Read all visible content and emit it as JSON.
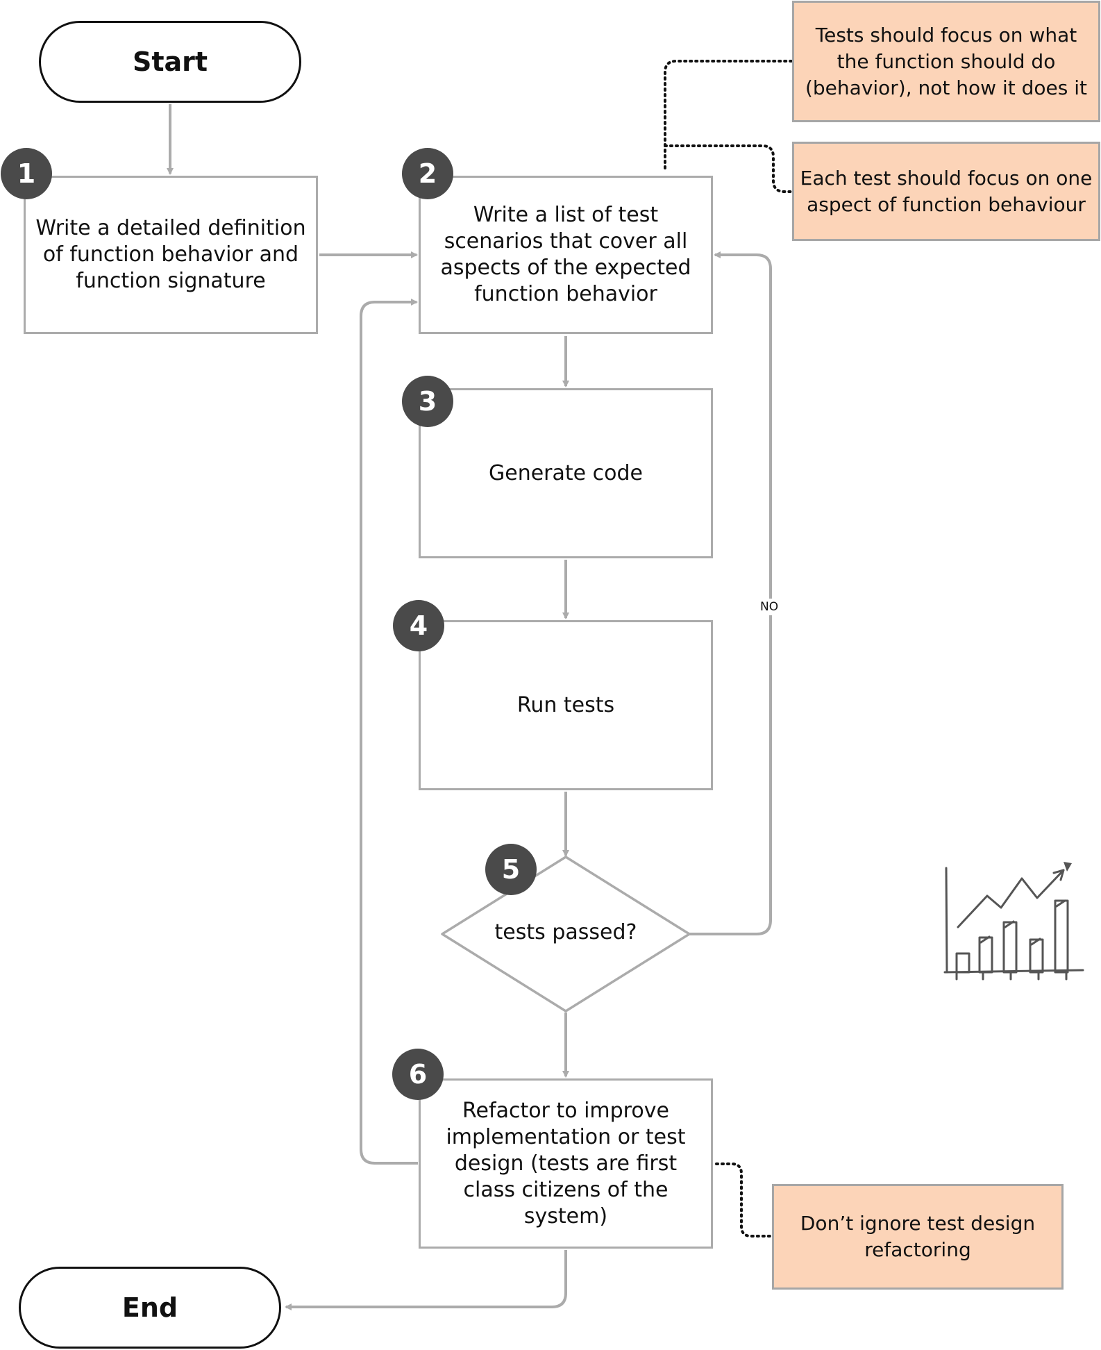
{
  "nodes": {
    "start": "Start",
    "end": "End",
    "step1": {
      "number": "1",
      "text": "Write a detailed definition of function behavior and function signature"
    },
    "step2": {
      "number": "2",
      "text": "Write a list of test scenarios that cover all aspects of the expected function behavior"
    },
    "step3": {
      "number": "3",
      "text": "Generate code"
    },
    "step4": {
      "number": "4",
      "text": "Run tests"
    },
    "step5": {
      "number": "5",
      "text": "tests passed?"
    },
    "step6": {
      "number": "6",
      "text": "Refactor to improve implementation or test design (tests are first class citizens of the system)"
    }
  },
  "notes": {
    "behavior": "Tests should focus on what the function should do (behavior), not how it does it",
    "aspect": "Each test should focus on one aspect of function behaviour",
    "refactoring": "Don’t ignore test design refactoring"
  },
  "edge_labels": {
    "no": "NO"
  },
  "colors": {
    "connector": "#ababab",
    "badge": "#4a4a4a",
    "note_fill": "#fcd4b8",
    "outline": "#111111"
  },
  "icons": {
    "growth": "growth-chart-icon"
  }
}
